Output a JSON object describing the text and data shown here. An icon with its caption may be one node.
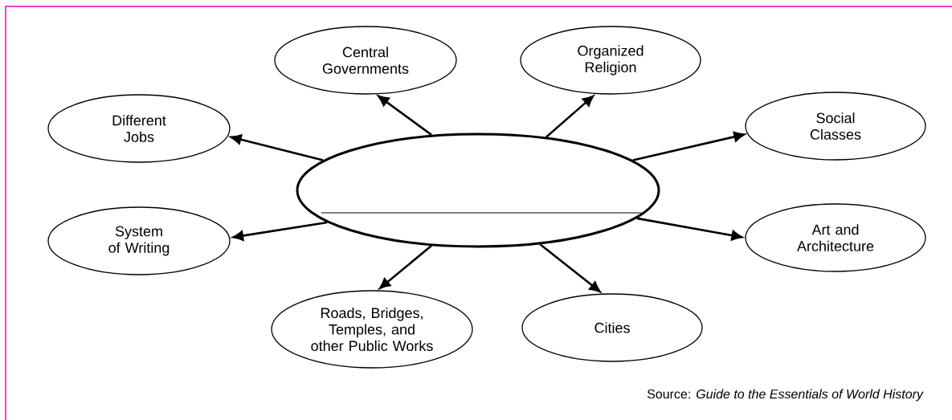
{
  "diagram": {
    "nodes": [
      {
        "text": [],
        "shape": "ellipse"
      },
      {
        "text": [
          "Central Governments"
        ]
      },
      {
        "text": [
          "Organized Religion"
        ]
      },
      {
        "text": [
          "Different Jobs"
        ]
      },
      {
        "text": [
          "Social Classes"
        ]
      },
      {
        "text": [
          "System of Writing"
        ]
      },
      {
        "text": [
          "Art and Architecture"
        ]
      },
      {
        "text": [
          "Roads, Bridges, Temples, and other Public Works"
        ]
      },
      {
        "text": [
          "Cities"
        ]
      }
    ],
    "edges": [
      {
        "from": 0,
        "to": 1,
        "arrow": "to"
      },
      {
        "from": 0,
        "to": 2,
        "arrow": "to"
      },
      {
        "from": 0,
        "to": 3,
        "arrow": "to"
      },
      {
        "from": 0,
        "to": 4,
        "arrow": "to"
      },
      {
        "from": 0,
        "to": 5,
        "arrow": "to"
      },
      {
        "from": 0,
        "to": 6,
        "arrow": "to"
      },
      {
        "from": 0,
        "to": 7,
        "arrow": "to"
      },
      {
        "from": 0,
        "to": 8,
        "arrow": "to"
      }
    ],
    "labels": [
      "Source: *Guide to the Essentials of World History*"
    ]
  }
}
